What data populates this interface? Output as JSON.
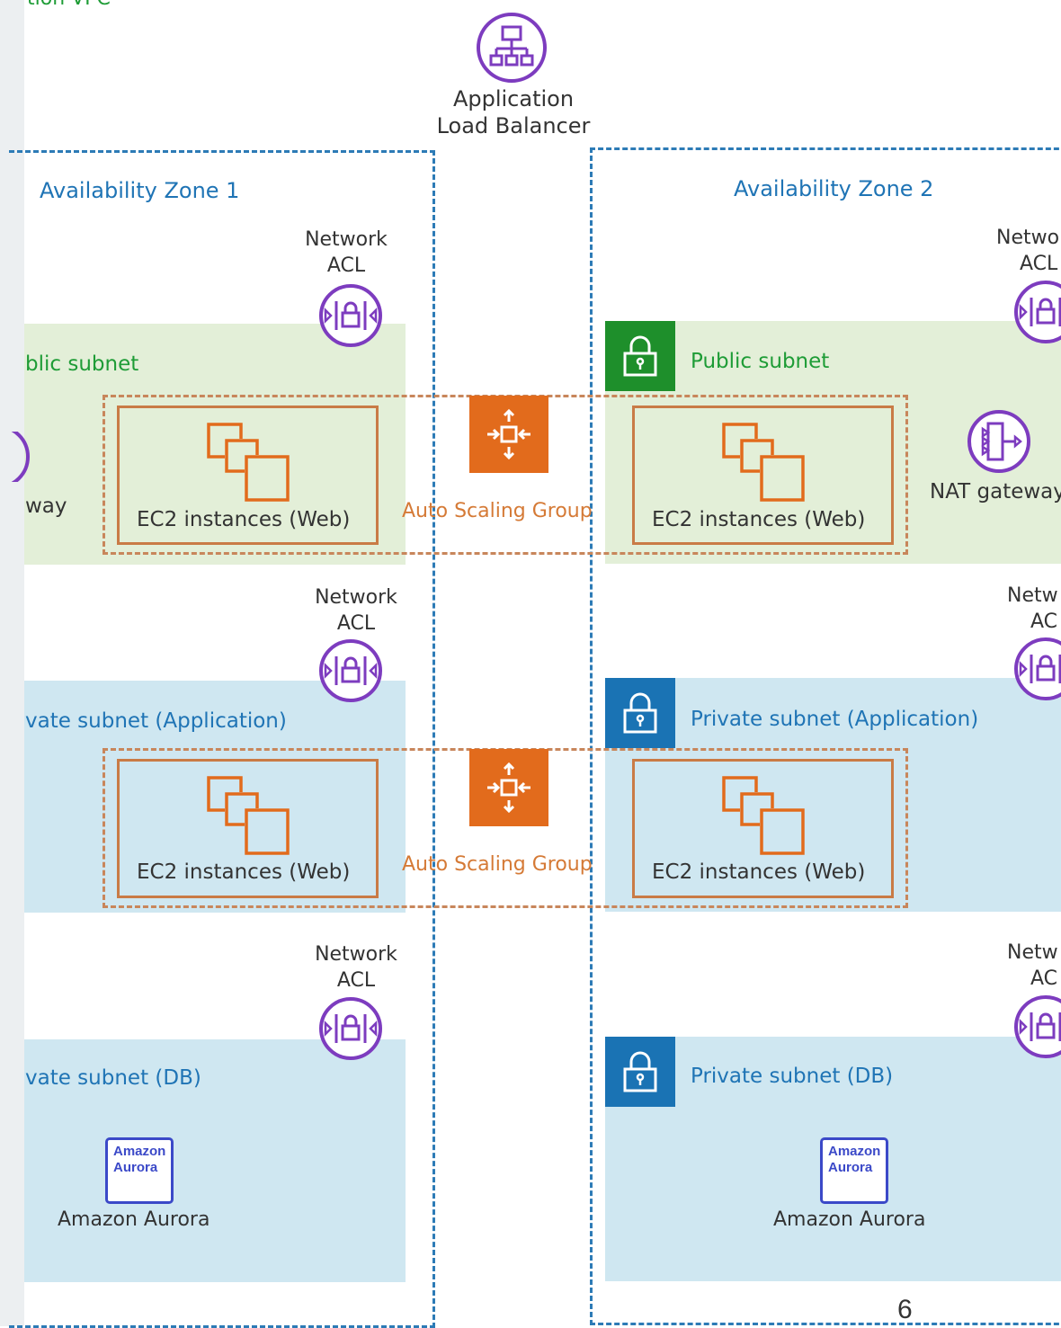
{
  "vpc": {
    "label": "tion VPC"
  },
  "alb": {
    "line1": "Application",
    "line2": "Load Balancer"
  },
  "az1": {
    "title": "Availability Zone 1",
    "acl": {
      "line1": "Network",
      "line2": "ACL"
    },
    "public_label": "blic subnet",
    "nat_label": "way",
    "app_label": "vate subnet (Application)",
    "db_label": "vate subnet (DB)",
    "ec2_label": "EC2 instances (Web)",
    "aurora_label": "Amazon Aurora"
  },
  "az2": {
    "title": "Availability Zone 2",
    "acl_pub": {
      "line1": "Netwo",
      "line2": "ACL"
    },
    "acl_app": {
      "line1": "Netw",
      "line2": "AC"
    },
    "acl_db": {
      "line1": "Netw",
      "line2": "AC"
    },
    "public_label": "Public subnet",
    "nat_label": "NAT gateway",
    "app_label": "Private subnet (Application)",
    "db_label": "Private subnet (DB)",
    "ec2_label": "EC2 instances (Web)",
    "aurora_label": "Amazon Aurora"
  },
  "asg": {
    "label": "Auto Scaling Group"
  },
  "aurora_icon": {
    "line1": "Amazon",
    "line2": "Aurora"
  },
  "icons": {
    "alb": "load-balancer-icon",
    "acl": "network-acl-icon",
    "lock": "lock-icon",
    "asg": "auto-scaling-icon",
    "ec2": "ec2-instances-icon",
    "nat": "nat-gateway-icon",
    "aurora": "amazon-aurora-icon"
  },
  "colors": {
    "az_border": "#2d7bb6",
    "public_subnet": "#e3efd8",
    "private_subnet": "#cfe7f1",
    "public_lock": "#1e8f2b",
    "private_lock": "#1a73b4",
    "asg_orange": "#e26b1c",
    "acl_purple": "#7d3cbf",
    "aurora_blue": "#3b49c8"
  },
  "page_number": "6"
}
